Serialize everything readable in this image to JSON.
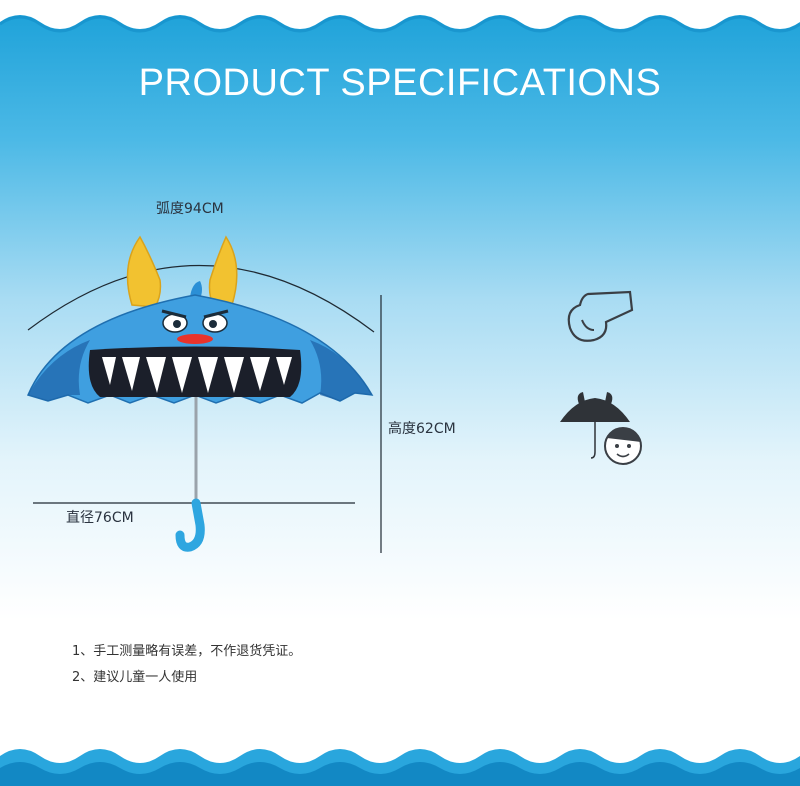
{
  "header": {
    "title": "PRODUCT SPECIFICATIONS"
  },
  "dimensions": {
    "arc": "弧度94CM",
    "height": "高度62CM",
    "diameter": "直径76CM"
  },
  "notes": [
    "1、手工测量略有误差，不作退货凭证。",
    "2、建议儿童一人使用"
  ],
  "icons": {
    "product": "monster-umbrella-icon",
    "whistle": "whistle-icon",
    "kid_umbrella": "child-umbrella-icon"
  },
  "colors": {
    "header_blue": "#1aa0d8",
    "canopy_blue": "#3f9fe0",
    "horn_yellow": "#f2c230",
    "handle_blue": "#2ea6e0"
  }
}
